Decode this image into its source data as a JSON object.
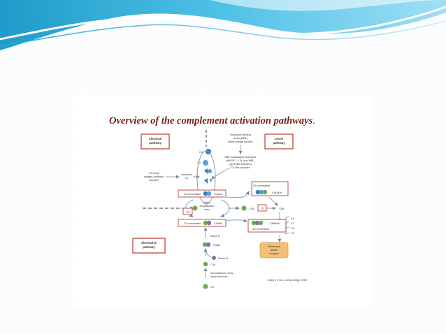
{
  "slide": {
    "title": "Overview of the complement activation pathways",
    "title_suffix": ".",
    "citation": "Kuby J et al., Immunology 2005"
  },
  "pathways": {
    "classical": [
      "Classical",
      "pathway"
    ],
    "lectin": [
      "Lectin",
      "pathway"
    ],
    "alternative": [
      "Alternative",
      "pathway"
    ]
  },
  "labels": {
    "mbl": [
      "Mannose-binding",
      "lectin (MBL)",
      "binds foreign surface"
    ],
    "masp": [
      "MBL-associated proteases",
      "(MASP 1 + 2) bind MBL,",
      "generate activated",
      "C1-like complex"
    ],
    "c1_binds": [
      "C1 binds",
      "antigen-antibody",
      "complex"
    ],
    "activated_c1": [
      "Activated",
      "C1"
    ],
    "c4": "C4",
    "c2": "C2",
    "c3_convertase_top": "C3 convertase",
    "c4b2a": "C4b2a",
    "c5_convertase": "C5 convertase",
    "c4b2a3b": "C4b2a3b",
    "major_amplification": [
      "Major",
      "amplification",
      "step"
    ],
    "c3b_mid": "C3b",
    "c5": "C5",
    "c3_left": "C3",
    "c5b": "C5b",
    "c3_convertase_bottom": "C3 convertase",
    "c3bbb": "C3bBb",
    "c5_convertase_bottom": "C5 convertase",
    "c3bbb3b": "C3bBb3b",
    "late_components": [
      "C6",
      "C7",
      "C8",
      "C9"
    ],
    "membrane_attack": [
      "Membrane",
      "attack",
      "complex"
    ],
    "factor_d": "Factor D",
    "c3bb": "C3bB",
    "factor_b": "Factor B",
    "c3b_low": "C3b",
    "spontaneous": [
      "Spontaneous, slow,",
      "small amounts"
    ],
    "c3_bottom": "C3"
  },
  "colors": {
    "title": "#7a1f12",
    "pathway_box_border": "#b43c28",
    "convertase_border": "#c0504d",
    "arrow": "#8fa3b8",
    "c4_blue": "#2f7fc1",
    "c2_blue": "#5aa0d8",
    "c3_green": "#6aab4f",
    "factor_b_purple": "#8a6bb1",
    "mac_orange": "#f3c078"
  }
}
